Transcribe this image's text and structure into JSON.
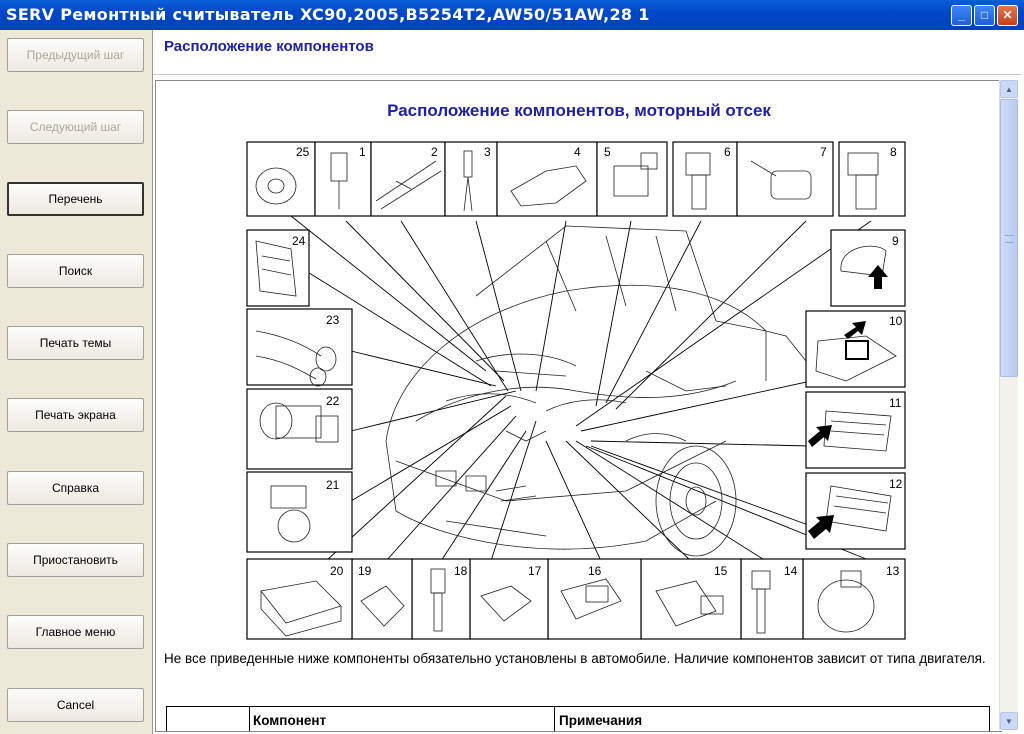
{
  "window": {
    "title": "SERV Ремонтный считыватель XC90,2005,B5254T2,AW50/51AW,28 1"
  },
  "nav": {
    "prev": "Предыдущий шаг",
    "next": "Следующий шаг",
    "list": "Перечень",
    "search": "Поиск",
    "print_topic": "Печать темы",
    "print_screen": "Печать экрана",
    "help": "Справка",
    "pause": "Приостановить",
    "main_menu": "Главное меню",
    "cancel": "Cancel"
  },
  "header": {
    "title": "Расположение компонентов"
  },
  "document": {
    "title": "Расположение компонентов, моторный отсек",
    "callouts": [
      "25",
      "1",
      "2",
      "3",
      "4",
      "5",
      "6",
      "7",
      "8",
      "9",
      "10",
      "11",
      "12",
      "13",
      "14",
      "15",
      "16",
      "17",
      "18",
      "19",
      "20",
      "21",
      "22",
      "23",
      "24"
    ],
    "note": "Не все приведенные ниже компоненты обязательно установлены в автомобиле. Наличие компонентов зависит от типа двигателя.",
    "table_headers": [
      "",
      "Компонент",
      "Примечания"
    ]
  },
  "colors": {
    "title_bar": "#0048c8",
    "heading": "#1f1fa8",
    "panel_bg": "#ece9d8"
  }
}
